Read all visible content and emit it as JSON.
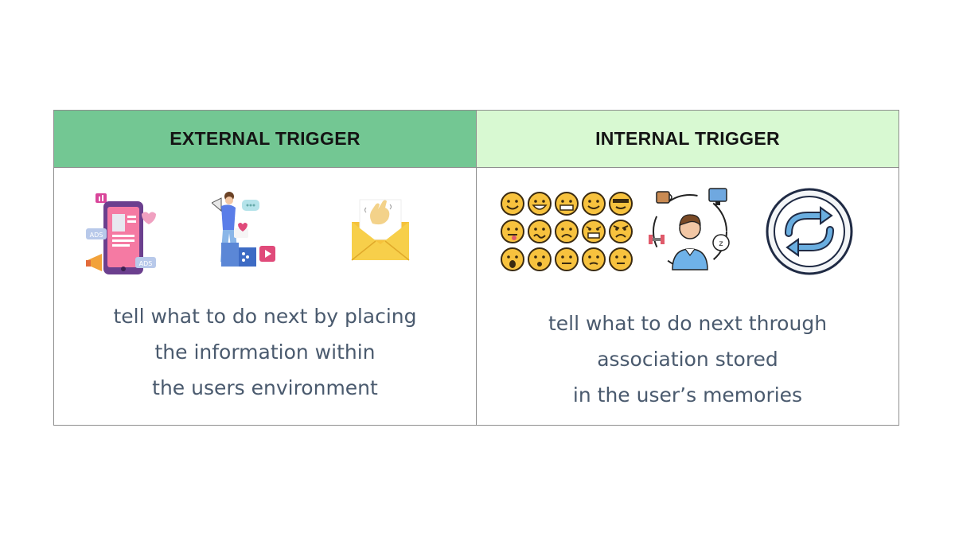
{
  "external": {
    "header": "EXTERNAL TRIGGER",
    "lines": [
      "tell what to do next by placing",
      "the information within",
      "the users environment"
    ],
    "icons": [
      "phone-ads-icon",
      "marketer-megaphone-icon",
      "envelope-wave-icon"
    ],
    "badges": [
      "ADS",
      "ADS"
    ]
  },
  "internal": {
    "header": "INTERNAL TRIGGER",
    "lines": [
      "tell what to do next through",
      "association stored",
      "in the user’s memories"
    ],
    "icons": [
      "emoji-grid-icon",
      "person-routine-icon",
      "refresh-cycle-icon"
    ]
  },
  "colors": {
    "external_header": "#73c793",
    "internal_header": "#d8f9d2",
    "border": "#8e8e8e",
    "text": "#4a5a6e"
  }
}
